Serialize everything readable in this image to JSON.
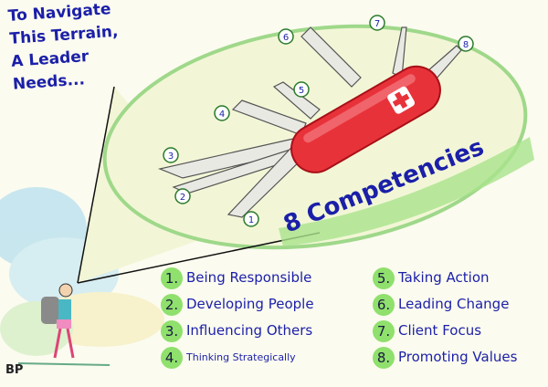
{
  "title": {
    "lines": [
      "To Navigate",
      "This Terrain,",
      "A Leader",
      "Needs..."
    ]
  },
  "headline": "8 Competencies",
  "knife_markers": [
    "1",
    "2",
    "3",
    "4",
    "5",
    "6",
    "7",
    "8"
  ],
  "competencies": [
    {
      "num": "1.",
      "label": "Being Responsible"
    },
    {
      "num": "2.",
      "label": "Developing People"
    },
    {
      "num": "3.",
      "label": "Influencing Others"
    },
    {
      "num": "4.",
      "label": "Thinking Strategically"
    },
    {
      "num": "5.",
      "label": "Taking Action"
    },
    {
      "num": "6.",
      "label": "Leading Change"
    },
    {
      "num": "7.",
      "label": "Client Focus"
    },
    {
      "num": "8.",
      "label": "Promoting Values"
    }
  ],
  "signature": "BP",
  "colors": {
    "ink": "#1b1fa8",
    "highlight": "#8fe06c",
    "bubble": "#f2f6d6",
    "knife": "#e8323a"
  }
}
